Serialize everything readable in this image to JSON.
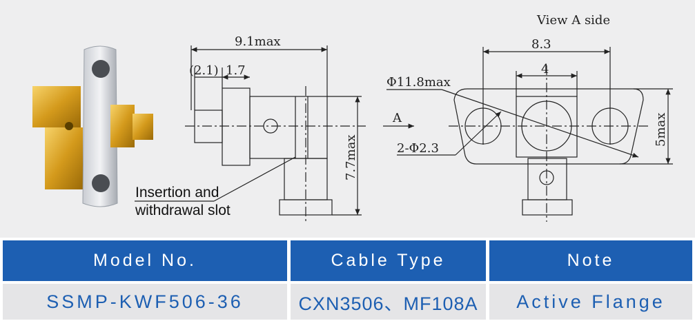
{
  "drawing": {
    "view_label": "View A side",
    "dims": {
      "overall_length": "9.1max",
      "ref_21": "(2.1)",
      "len_17": "1.7",
      "height_77": "7.7max",
      "flange_83": "8.3",
      "flange_4": "4",
      "dia_118": "Φ11.8max",
      "view_arrow": "A",
      "holes": "2-Φ2.3",
      "height_5": "5max"
    },
    "slot_label_line1": "Insertion  and",
    "slot_label_line2": "withdrawal  slot"
  },
  "table": {
    "headers": [
      "Model No.",
      "Cable Type",
      "Note"
    ],
    "values": [
      "SSMP-KWF506-36",
      "CXN3506、MF108A",
      "Active Flange"
    ]
  },
  "colors": {
    "header_bg": "#1d5fb2",
    "value_bg": "#e5e5e7",
    "value_text": "#1d5fb2",
    "drawing_bg": "#eeeeef"
  }
}
